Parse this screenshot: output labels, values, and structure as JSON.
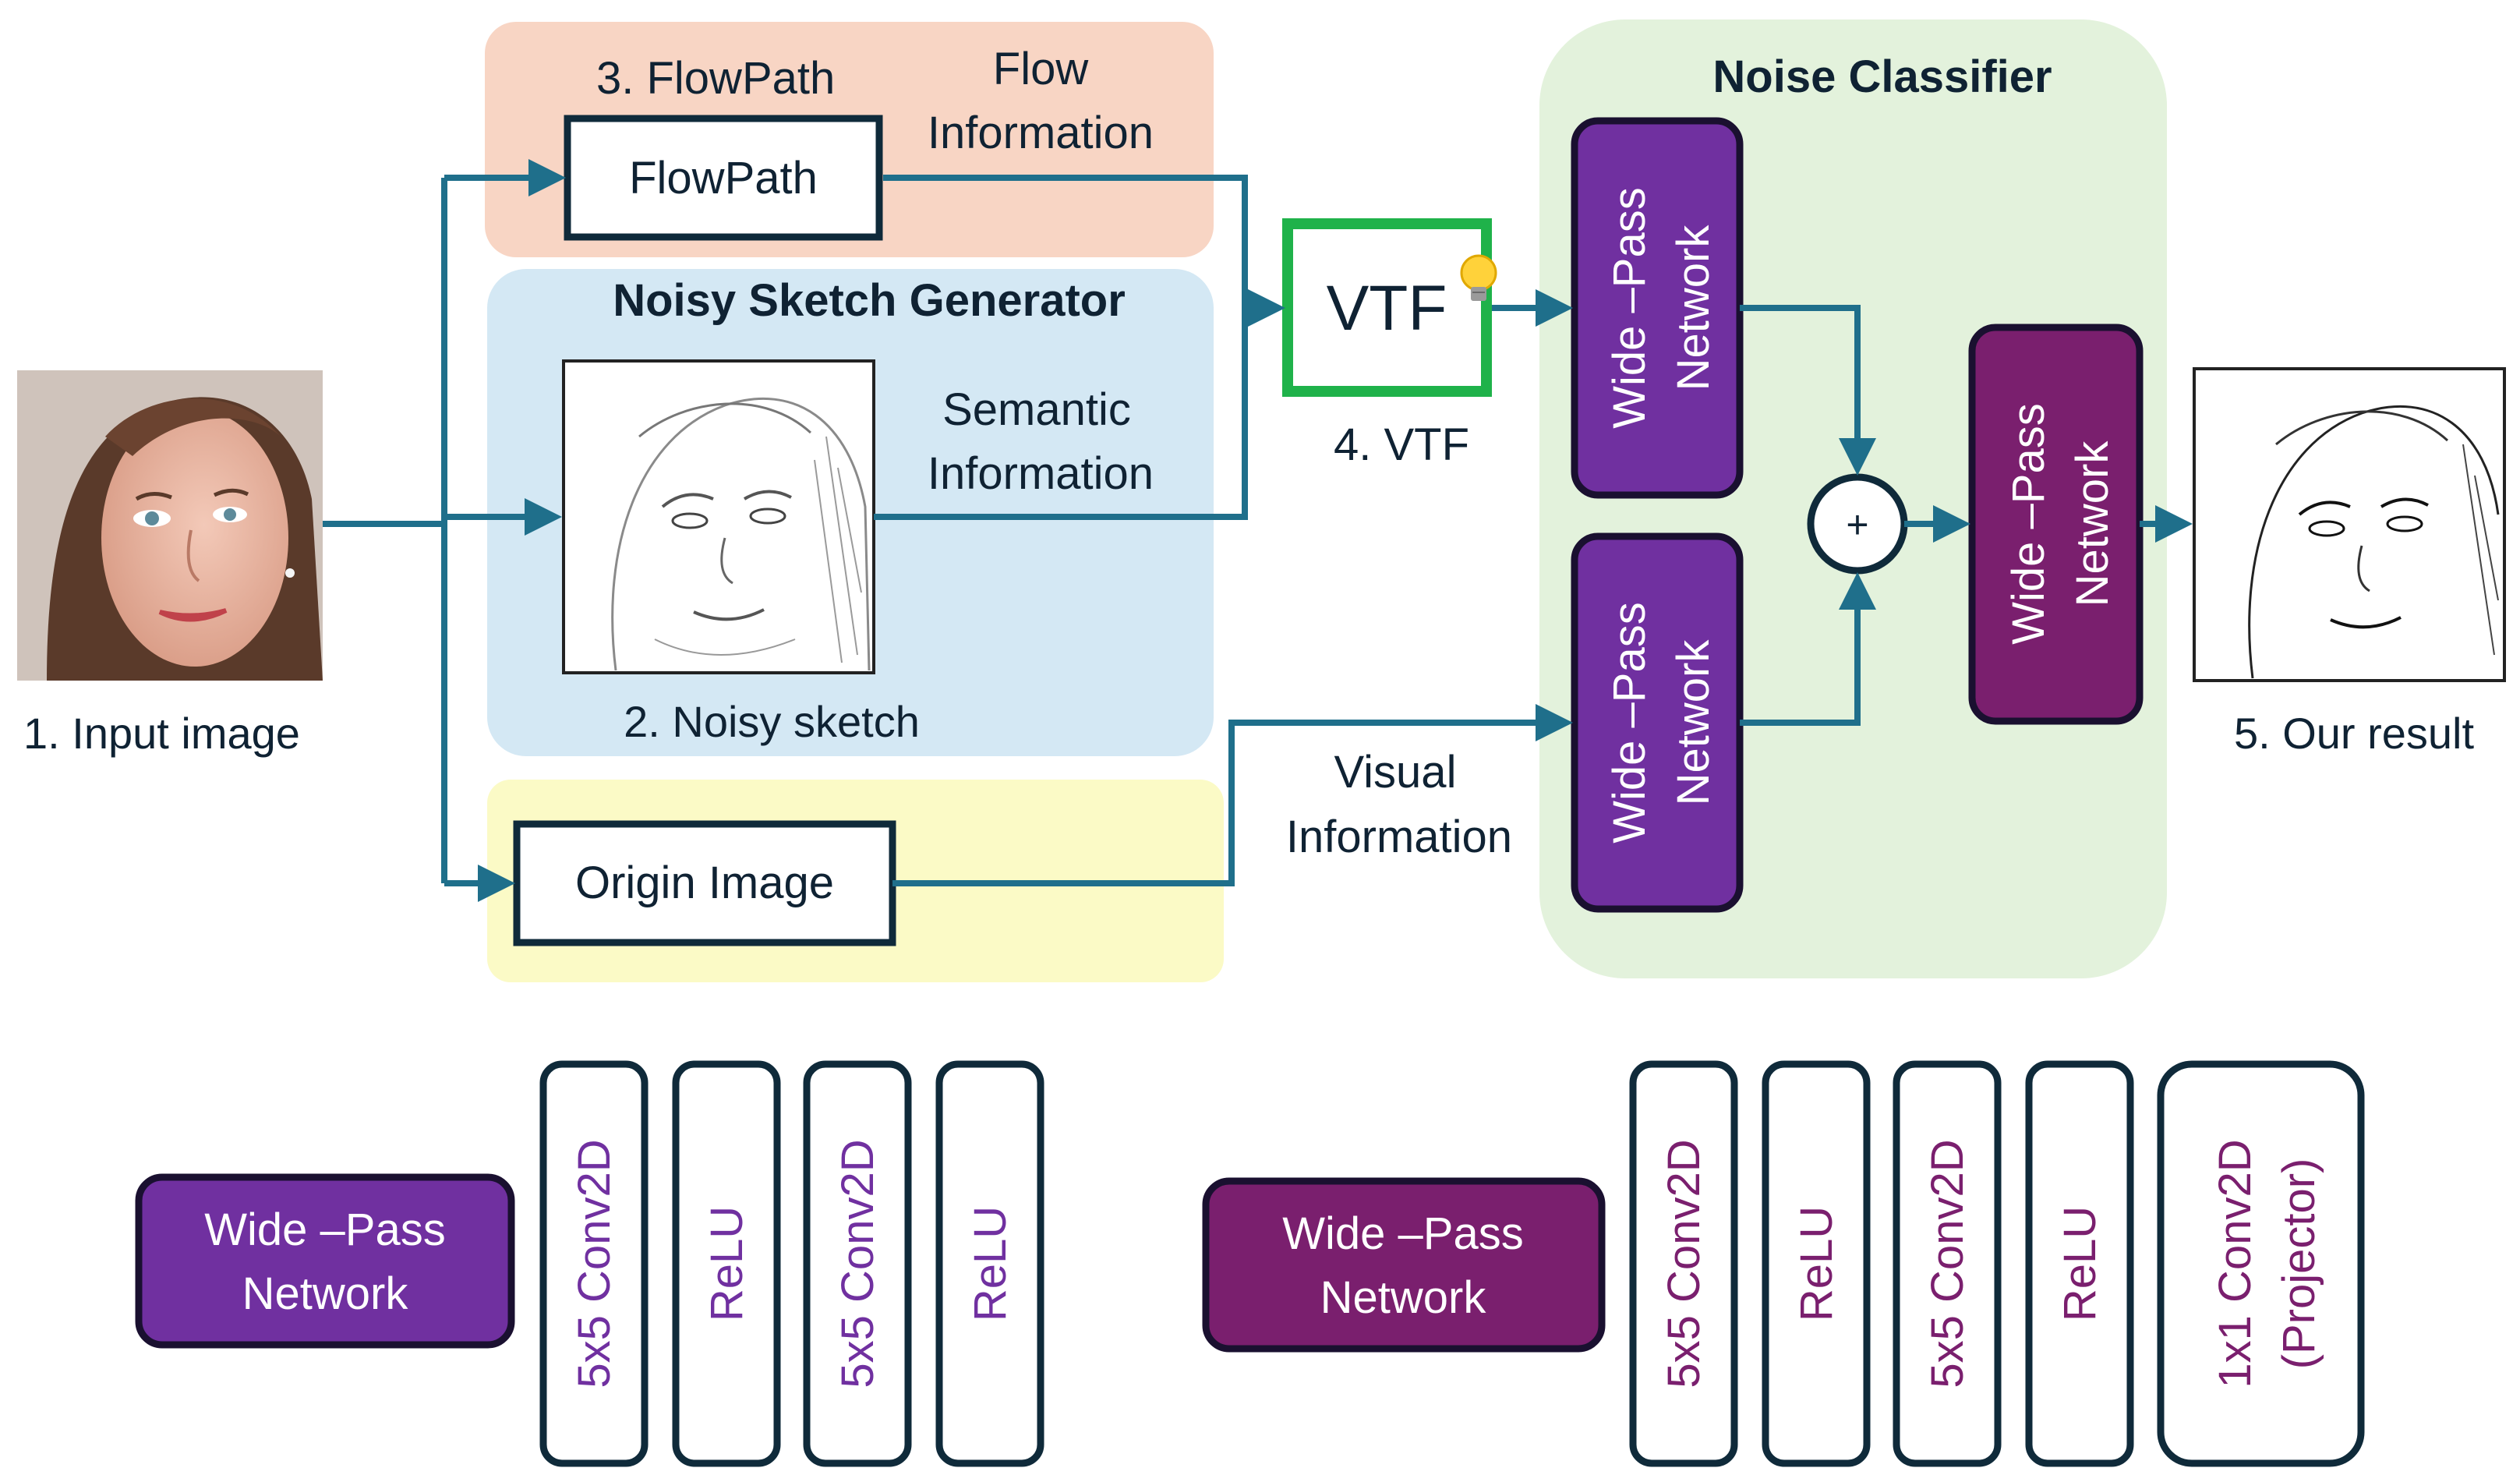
{
  "colors": {
    "arrow": "#1f6f8b",
    "flowpath_bg": "#f8d5c4",
    "sketch_bg": "#d4e8f4",
    "origin_bg": "#fbfac6",
    "classifier_bg": "#e3f2dc",
    "vtf_border": "#1fb24a",
    "box_border": "#0f2a3a",
    "purple": "#7030a0",
    "magenta": "#7a1f6e",
    "text": "#0f2233"
  },
  "input": {
    "caption": "1. Input image"
  },
  "flowpath_group": {
    "title": "3. FlowPath",
    "box_label": "FlowPath",
    "info_line1": "Flow",
    "info_line2": "Information"
  },
  "sketch_group": {
    "title": "Noisy Sketch Generator",
    "caption": "2. Noisy sketch",
    "info_line1": "Semantic",
    "info_line2": "Information"
  },
  "origin_group": {
    "box_label": "Origin Image",
    "info_line1": "Visual",
    "info_line2": "Information"
  },
  "vtf": {
    "label": "VTF",
    "caption": "4. VTF",
    "icon": "lightbulb-icon"
  },
  "classifier": {
    "title": "Noise Classifier",
    "net_line1": "Wide –Pass",
    "net_line2": "Network",
    "sum_symbol": "+"
  },
  "result": {
    "caption": "5. Our result"
  },
  "legend_left": {
    "net_line1": "Wide –Pass",
    "net_line2": "Network",
    "layers": [
      "5x5 Conv2D",
      "ReLU",
      "5x5 Conv2D",
      "ReLU"
    ]
  },
  "legend_right": {
    "net_line1": "Wide –Pass",
    "net_line2": "Network",
    "layers": [
      "5x5 Conv2D",
      "ReLU",
      "5x5 Conv2D",
      "ReLU"
    ],
    "projector_line1": "1x1 Conv2D",
    "projector_line2": "(Projector)"
  }
}
